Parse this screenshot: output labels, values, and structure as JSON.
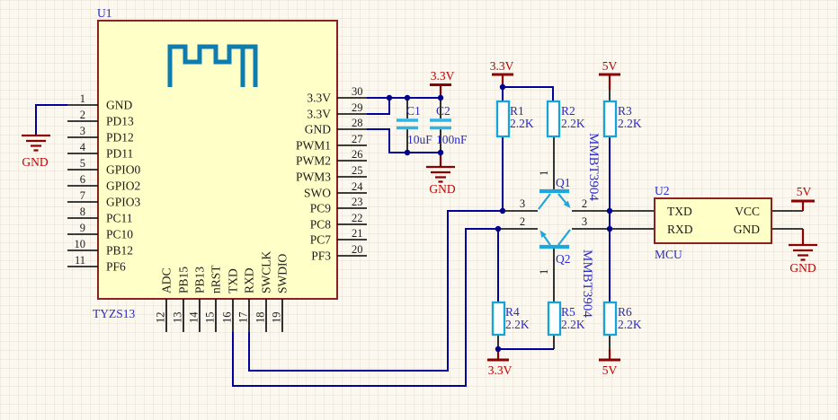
{
  "colors": {
    "wire_blue": "#00009B",
    "pin_black": "#000000",
    "component_fill": "#FFFFC8",
    "component_border": "#8B2121",
    "symbol_cyan": "#15A3D8",
    "antenna_blue": "#0F7CB0",
    "designator_blue": "#2929CC",
    "power_text_red": "#C00000",
    "power_symbol_red": "#8B0000",
    "background": "#FBF8F0"
  },
  "u1": {
    "ref": "U1",
    "part": "TYZS13",
    "left_pins": [
      {
        "num": "1",
        "label": "GND"
      },
      {
        "num": "2",
        "label": "PD13"
      },
      {
        "num": "3",
        "label": "PD12"
      },
      {
        "num": "4",
        "label": "PD11"
      },
      {
        "num": "5",
        "label": "GPIO0"
      },
      {
        "num": "6",
        "label": "GPIO2"
      },
      {
        "num": "7",
        "label": "GPIO3"
      },
      {
        "num": "8",
        "label": "PC11"
      },
      {
        "num": "9",
        "label": "PC10"
      },
      {
        "num": "10",
        "label": "PB12"
      },
      {
        "num": "11",
        "label": "PF6"
      }
    ],
    "right_pins": [
      {
        "num": "30",
        "label": "3.3V"
      },
      {
        "num": "29",
        "label": "3.3V"
      },
      {
        "num": "28",
        "label": "GND"
      },
      {
        "num": "27",
        "label": "PWM1"
      },
      {
        "num": "26",
        "label": "PWM2"
      },
      {
        "num": "25",
        "label": "PWM3"
      },
      {
        "num": "24",
        "label": "SWO"
      },
      {
        "num": "23",
        "label": "PC9"
      },
      {
        "num": "22",
        "label": "PC8"
      },
      {
        "num": "21",
        "label": "PC7"
      },
      {
        "num": "20",
        "label": "PF3"
      }
    ],
    "bottom_pins": [
      {
        "num": "12",
        "label": "ADC"
      },
      {
        "num": "13",
        "label": "PB15"
      },
      {
        "num": "14",
        "label": "PB13"
      },
      {
        "num": "15",
        "label": "nRST"
      },
      {
        "num": "16",
        "label": "TXD"
      },
      {
        "num": "17",
        "label": "RXD"
      },
      {
        "num": "18",
        "label": "SWCLK"
      },
      {
        "num": "19",
        "label": "SWDIO"
      }
    ]
  },
  "u2": {
    "ref": "U2",
    "part": "MCU",
    "pin_txd": "TXD",
    "pin_rxd": "RXD",
    "pin_vcc": "VCC",
    "pin_gnd": "GND"
  },
  "resistors": [
    {
      "ref": "R1",
      "value": "2.2K"
    },
    {
      "ref": "R2",
      "value": "2.2K"
    },
    {
      "ref": "R3",
      "value": "2.2K"
    },
    {
      "ref": "R4",
      "value": "2.2K"
    },
    {
      "ref": "R5",
      "value": "2.2K"
    },
    {
      "ref": "R6",
      "value": "2.2K"
    }
  ],
  "capacitors": [
    {
      "ref": "C1",
      "value": "10uF"
    },
    {
      "ref": "C2",
      "value": "100nF"
    }
  ],
  "transistors": [
    {
      "ref": "Q1",
      "part": "MMBT3904",
      "pin_base": "1",
      "pin_left": "3",
      "pin_right": "2"
    },
    {
      "ref": "Q2",
      "part": "MMBT3904",
      "pin_base": "1",
      "pin_left": "2",
      "pin_right": "3"
    }
  ],
  "power": {
    "v33": "3.3V",
    "v5": "5V",
    "gnd": "GND"
  }
}
